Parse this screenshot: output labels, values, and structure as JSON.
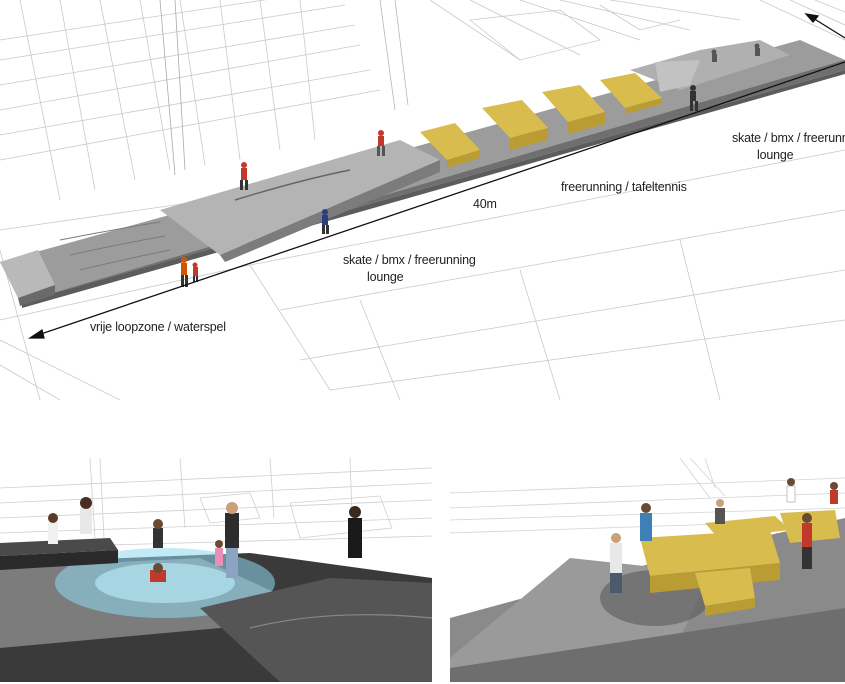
{
  "top_view": {
    "labels": {
      "zone_left": "vrije loopzone / waterspel",
      "zone_middle_1": "skate / bmx  / freerunning",
      "zone_middle_2": "lounge",
      "dimension": "40m",
      "zone_center": "freerunning / tafeltennis",
      "zone_right_1": "skate / bmx  / freerunning",
      "zone_right_2": "lounge"
    }
  },
  "colors": {
    "platform_top": "#9c9c9c",
    "platform_side": "#6f6f6f",
    "ramp": "#b4b4b4",
    "block_yellow": "#d8bc4e",
    "block_yellow_dark": "#b99c34",
    "water_glow": "#8fd9ee"
  }
}
